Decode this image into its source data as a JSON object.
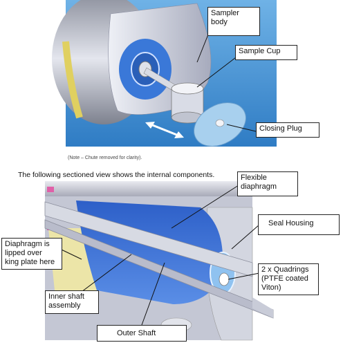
{
  "top_figure": {
    "labels": {
      "sampler_body": "Sampler\nbody",
      "sample_cup": "Sample Cup",
      "closing_plug": "Closing Plug"
    },
    "note": "(Note – Chute removed for clarity)."
  },
  "caption": "The following sectioned view shows the internal components.",
  "bottom_figure": {
    "labels": {
      "flexible_diaphragm": "Flexible\ndiaphragm",
      "seal_housing": "Seal Housing",
      "diaphragm_lipped": "Diaphragm is\nlipped over\nking plate here",
      "quadrings": "2 x Quadrings\n(PTFE coated\nViton)",
      "inner_shaft": "Inner shaft\nassembly",
      "outer_shaft": "Outer Shaft"
    }
  },
  "colors": {
    "sky": "#3f8fd0",
    "metal": "#c9ccd8",
    "blue_part": "#3a78d8",
    "yellow": "#e0d060"
  }
}
